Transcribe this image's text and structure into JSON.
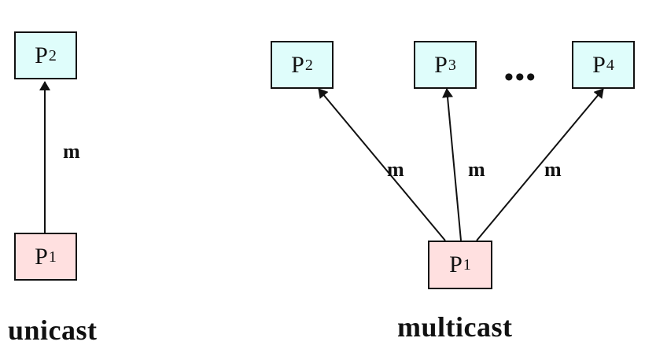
{
  "colors": {
    "receiver_fill": "#DFFDFB",
    "sender_fill": "#FFE0E0",
    "stroke": "#111111"
  },
  "unicast": {
    "caption": "unicast",
    "sender": {
      "base": "P",
      "sub": "1"
    },
    "receiver": {
      "base": "P",
      "sub": "2"
    },
    "edge_label": "m"
  },
  "multicast": {
    "caption": "multicast",
    "sender": {
      "base": "P",
      "sub": "1"
    },
    "receivers": [
      {
        "base": "P",
        "sub": "2"
      },
      {
        "base": "P",
        "sub": "3"
      },
      {
        "base": "P",
        "sub": "4"
      }
    ],
    "ellipsis": "•••",
    "edge_labels": [
      "m",
      "m",
      "m"
    ]
  }
}
